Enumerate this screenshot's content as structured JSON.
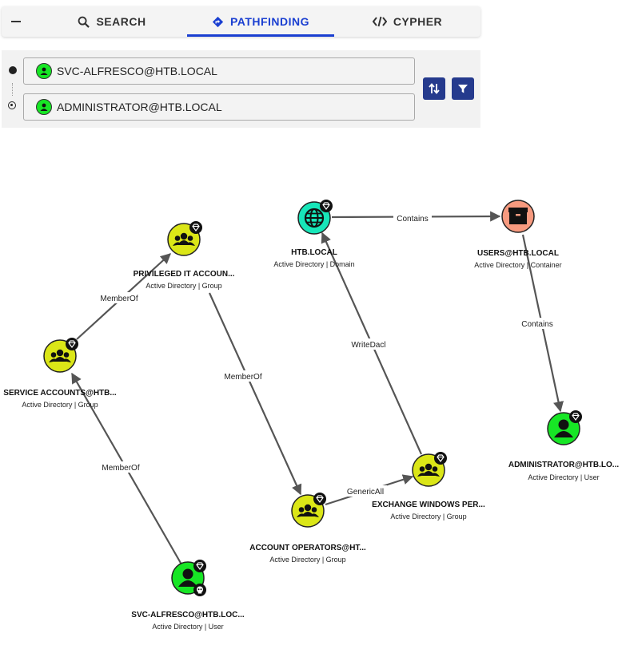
{
  "tabs": {
    "search": "SEARCH",
    "pathfinding": "PATHFINDING",
    "cypher": "CYPHER"
  },
  "pathfinding": {
    "start": "SVC-ALFRESCO@HTB.LOCAL",
    "end": "ADMINISTRATOR@HTB.LOCAL"
  },
  "colors": {
    "accent": "#1a3fd1",
    "button": "#253a8d",
    "user": "#17e625",
    "group": "#dbe617",
    "domain": "#17e6b9",
    "container": "#f79a7f"
  },
  "graph": {
    "nodes": {
      "svc_alfresco": {
        "label": "SVC-ALFRESCO@HTB.LOC...",
        "sub": "Active Directory | User",
        "kind": "user"
      },
      "service_accounts": {
        "label": "SERVICE ACCOUNTS@HTB...",
        "sub": "Active Directory | Group",
        "kind": "group"
      },
      "privileged_it": {
        "label": "PRIVILEGED IT ACCOUN...",
        "sub": "Active Directory | Group",
        "kind": "group"
      },
      "account_operators": {
        "label": "ACCOUNT OPERATORS@HT...",
        "sub": "Active Directory | Group",
        "kind": "group"
      },
      "exchange_windows": {
        "label": "EXCHANGE WINDOWS PER...",
        "sub": "Active Directory | Group",
        "kind": "group"
      },
      "htb_local": {
        "label": "HTB.LOCAL",
        "sub": "Active Directory | Domain",
        "kind": "domain"
      },
      "users_htb": {
        "label": "USERS@HTB.LOCAL",
        "sub": "Active Directory | Container",
        "kind": "container"
      },
      "administrator": {
        "label": "ADMINISTRATOR@HTB.LO...",
        "sub": "Active Directory | User",
        "kind": "user"
      }
    },
    "edges": {
      "e1": "MemberOf",
      "e2": "MemberOf",
      "e3": "MemberOf",
      "e4": "GenericAll",
      "e5": "WriteDacl",
      "e6": "Contains",
      "e7": "Contains"
    }
  }
}
